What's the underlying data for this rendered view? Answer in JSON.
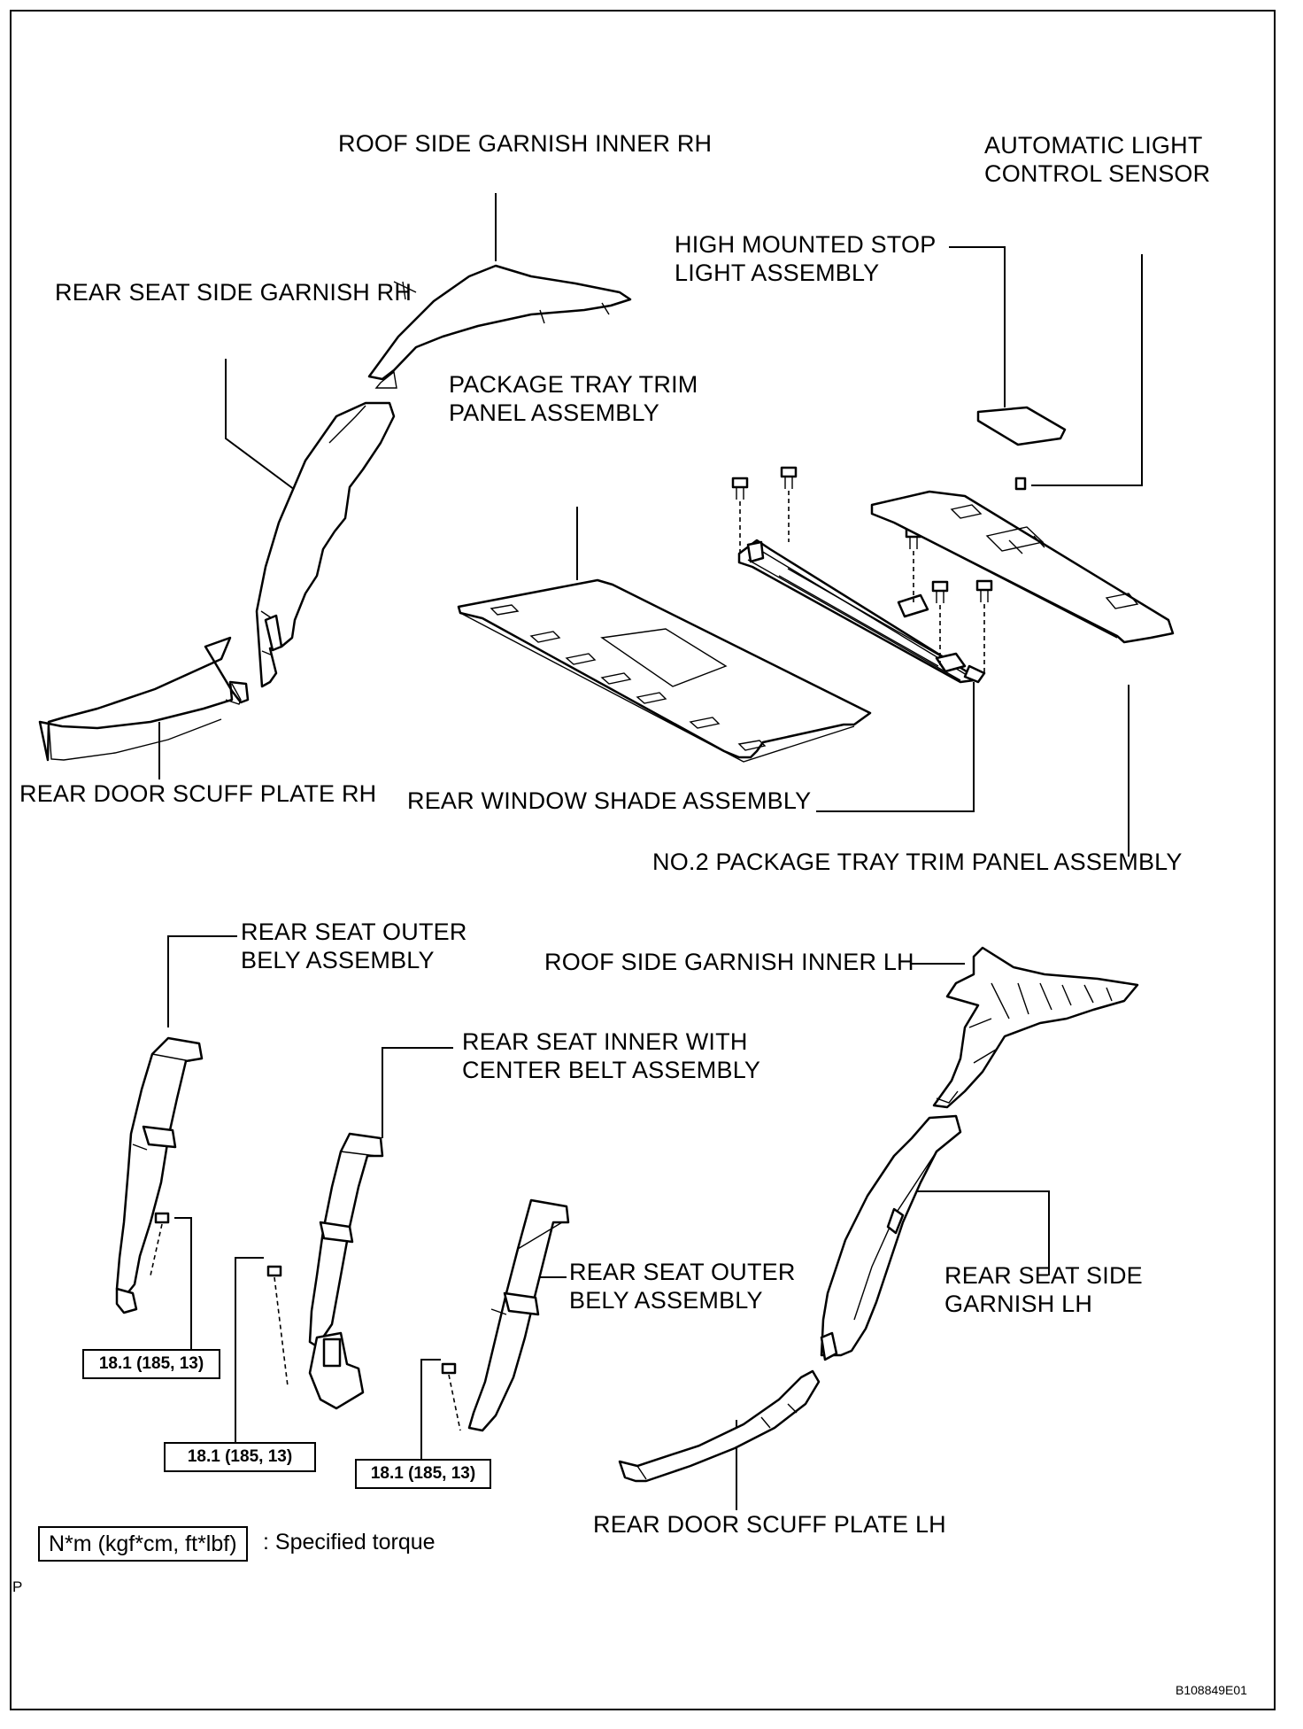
{
  "labels": {
    "roof_side_garnish_inner_rh": "ROOF SIDE GARNISH INNER RH",
    "automatic_light_control_sensor": "AUTOMATIC LIGHT\nCONTROL SENSOR",
    "high_mounted_stop_light_assembly": "HIGH MOUNTED STOP\nLIGHT ASSEMBLY",
    "rear_seat_side_garnish_rh": "REAR SEAT SIDE GARNISH RH",
    "package_tray_trim_panel_assembly": "PACKAGE TRAY TRIM\nPANEL ASSEMBLY",
    "rear_door_scuff_plate_rh": "REAR DOOR SCUFF PLATE RH",
    "rear_window_shade_assembly": "REAR WINDOW SHADE ASSEMBLY",
    "no2_package_tray_trim_panel_assembly": "NO.2 PACKAGE TRAY TRIM PANEL ASSEMBLY",
    "rear_seat_outer_bely_assembly_top": "REAR SEAT OUTER\nBELY ASSEMBLY",
    "roof_side_garnish_inner_lh": "ROOF SIDE GARNISH INNER LH",
    "rear_seat_inner_with_center_belt_assembly": "REAR SEAT INNER WITH\nCENTER BELT ASSEMBLY",
    "rear_seat_outer_bely_assembly_lower": "REAR SEAT OUTER\nBELY ASSEMBLY",
    "rear_seat_side_garnish_lh": "REAR SEAT SIDE\nGARNISH LH",
    "rear_door_scuff_plate_lh": "REAR DOOR SCUFF PLATE LH"
  },
  "torque_values": [
    "18.1 (185, 13)",
    "18.1 (185, 13)",
    "18.1 (185, 13)"
  ],
  "legend": {
    "unit": "N*m (kgf*cm, ft*lbf)",
    "description": ": Specified torque"
  },
  "page_letter": "P",
  "figure_code": "B108849E01"
}
